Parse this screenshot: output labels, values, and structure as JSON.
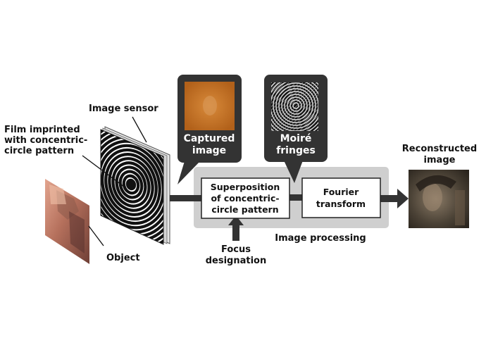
{
  "labels": {
    "film": [
      "Film imprinted",
      "with concentric-",
      "circle pattern"
    ],
    "image_sensor": "Image sensor",
    "object": "Object",
    "captured_image": [
      "Captured",
      "image"
    ],
    "moire_fringes": [
      "Moiré",
      "fringes"
    ],
    "superposition": [
      "Superposition",
      "of concentric-",
      "circle pattern"
    ],
    "fourier": [
      "Fourier",
      "transform"
    ],
    "image_processing": "Image processing",
    "focus": [
      "Focus",
      "designation"
    ],
    "reconstructed": [
      "Reconstructed",
      "image"
    ]
  },
  "colors": {
    "dark_panel": "#333333",
    "processing_bg": "#cfcfcf",
    "arrow": "#333333",
    "captured_fill": "#c0701e"
  }
}
